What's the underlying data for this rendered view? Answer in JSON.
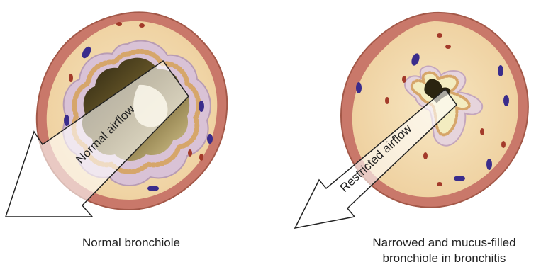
{
  "diagram": {
    "left": {
      "arrow_label": "Normal airflow",
      "caption": "Normal bronchiole"
    },
    "right": {
      "arrow_label": "Restricted airflow",
      "caption_line1": "Narrowed and mucus-filled",
      "caption_line2": "bronchiole in bronchitis"
    }
  },
  "colors": {
    "outer_wall": "#c9786a",
    "tissue": "#f3dcb0",
    "lumen_dark": "#3a3218",
    "lumen_light": "#f5f0dc",
    "mucus": "#f3ecc0",
    "epithelium": "#c9a07a",
    "membrane": "#c8b3c8",
    "cell_blue": "#3a2c8c",
    "cell_red": "#a33a2a"
  }
}
